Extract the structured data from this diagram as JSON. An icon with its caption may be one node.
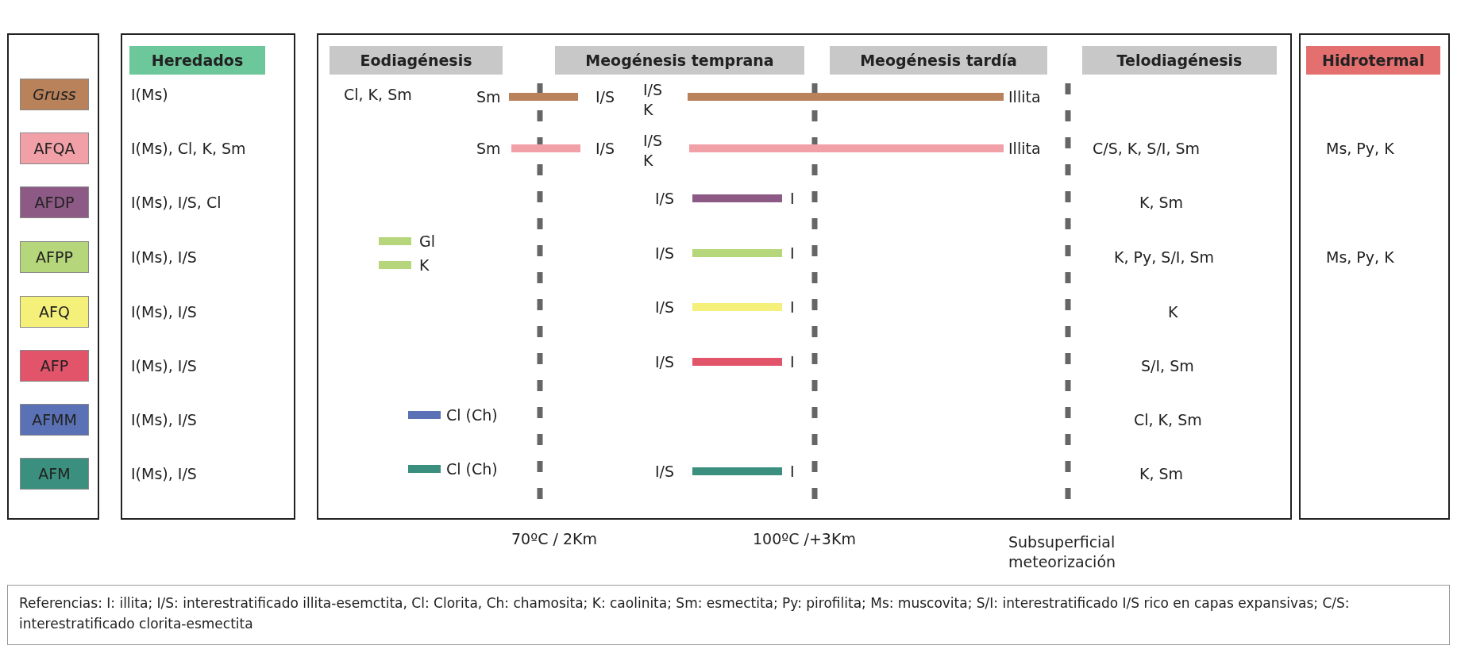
{
  "diagram": {
    "nodes": [
      {
        "text": [],
        "shape": "box"
      },
      {
        "text": [
          "Gruss"
        ],
        "in": 0
      },
      {
        "text": [
          "AFQA"
        ],
        "in": 0
      },
      {
        "text": [
          "AFDP"
        ],
        "in": 0
      },
      {
        "text": [
          "AFPP"
        ],
        "in": 0
      },
      {
        "text": [
          "AFQ"
        ],
        "in": 0
      },
      {
        "text": [
          "AFP"
        ],
        "in": 0
      },
      {
        "text": [
          "AFMM"
        ],
        "in": 0
      },
      {
        "text": [
          "AFM"
        ],
        "in": 0
      },
      {
        "text": [],
        "shape": "box"
      },
      {
        "text": [
          "Heredados"
        ],
        "in": 9
      },
      {
        "text": [],
        "shape": "box"
      },
      {
        "text": [
          "Eodiagénesis"
        ],
        "in": 11
      },
      {
        "text": [
          "Meogénesis temprana"
        ],
        "in": 11
      },
      {
        "text": [
          "Meogénesis tardía"
        ],
        "in": 11
      },
      {
        "text": [
          "Telodiagénesis"
        ],
        "in": 11
      },
      {
        "text": [],
        "shape": "box"
      },
      {
        "text": [
          "Hidrotermal"
        ],
        "in": 16
      },
      {
        "text": [
          "Referencias: I: illita; I/S: interestratificado illita-esemctita, Cl: Clorita, Ch: chamosita; K: caolinita; Sm: esmectita; Py: pirofilita; Ms: muscovita; S/I: interestratificado I/S rico en capas expansivas; C/S: interestratificado clorita-esmectita"
        ]
      }
    ],
    "edges": [],
    "labels": [
      "I(Ms)",
      "Cl, K, Sm",
      "Sm",
      "I/S",
      "I/S K",
      "Illita",
      "I(Ms), Cl, K, Sm",
      "Sm",
      "I/S",
      "I/S K",
      "Illita",
      "C/S, K, S/I, Sm",
      "Ms, Py, K",
      "I(Ms), I/S, Cl",
      "I/S",
      "I",
      "K, Sm",
      "I(Ms), I/S",
      "Gl",
      "K",
      "I/S",
      "I",
      "K, Py, S/I, Sm",
      "Ms, Py, K",
      "I(Ms), I/S",
      "I/S",
      "I",
      "K",
      "I(Ms), I/S",
      "I/S",
      "I",
      "S/I, Sm",
      "I(Ms), I/S",
      "Cl (Ch)",
      "Cl, K, Sm",
      "I(Ms), I/S",
      "Cl (Ch)",
      "I/S",
      "I",
      "K, Sm",
      "70ºC / 2Km",
      "100ºC /+3Km",
      "Subsuperficial meteorización"
    ]
  }
}
